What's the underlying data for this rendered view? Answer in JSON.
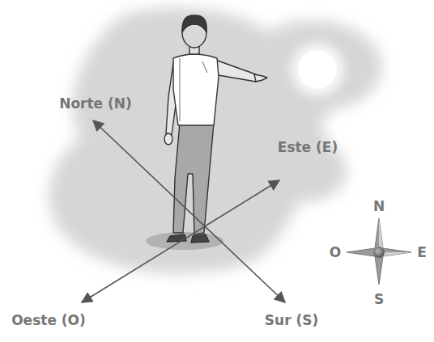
{
  "diagram": {
    "labels": [
      "Norte (N)",
      "Este (E)",
      "Oeste (O)",
      "Sur (S)",
      "N",
      "O",
      "E",
      "S"
    ]
  }
}
